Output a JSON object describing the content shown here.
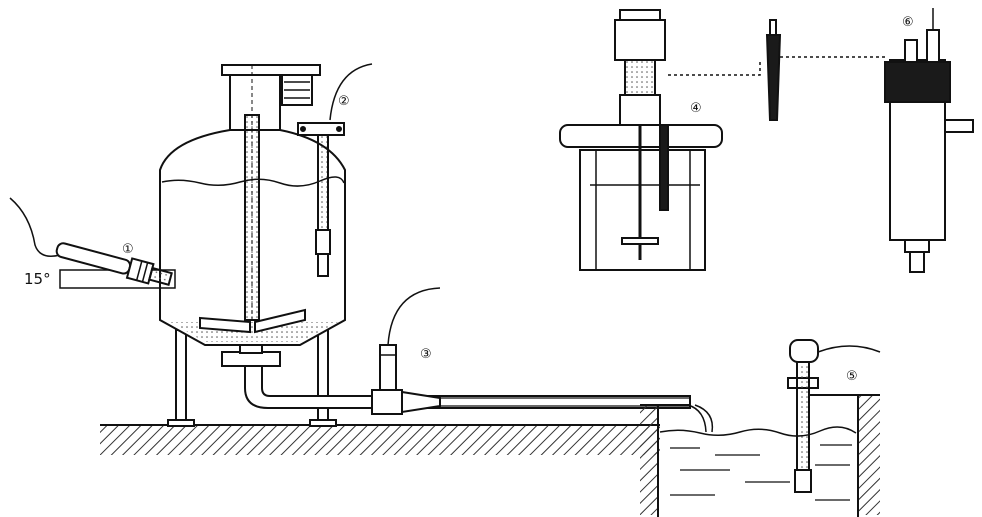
{
  "labels": {
    "angle": "15°",
    "probe_1": "①",
    "probe_2": "②",
    "probe_3": "③",
    "probe_4": "④",
    "probe_5": "⑤",
    "probe_6": "⑥"
  },
  "colors": {
    "line": "#111111",
    "fill_light": "#ffffff",
    "fill_dark": "#1a1a1a",
    "hatch": "#333333"
  }
}
